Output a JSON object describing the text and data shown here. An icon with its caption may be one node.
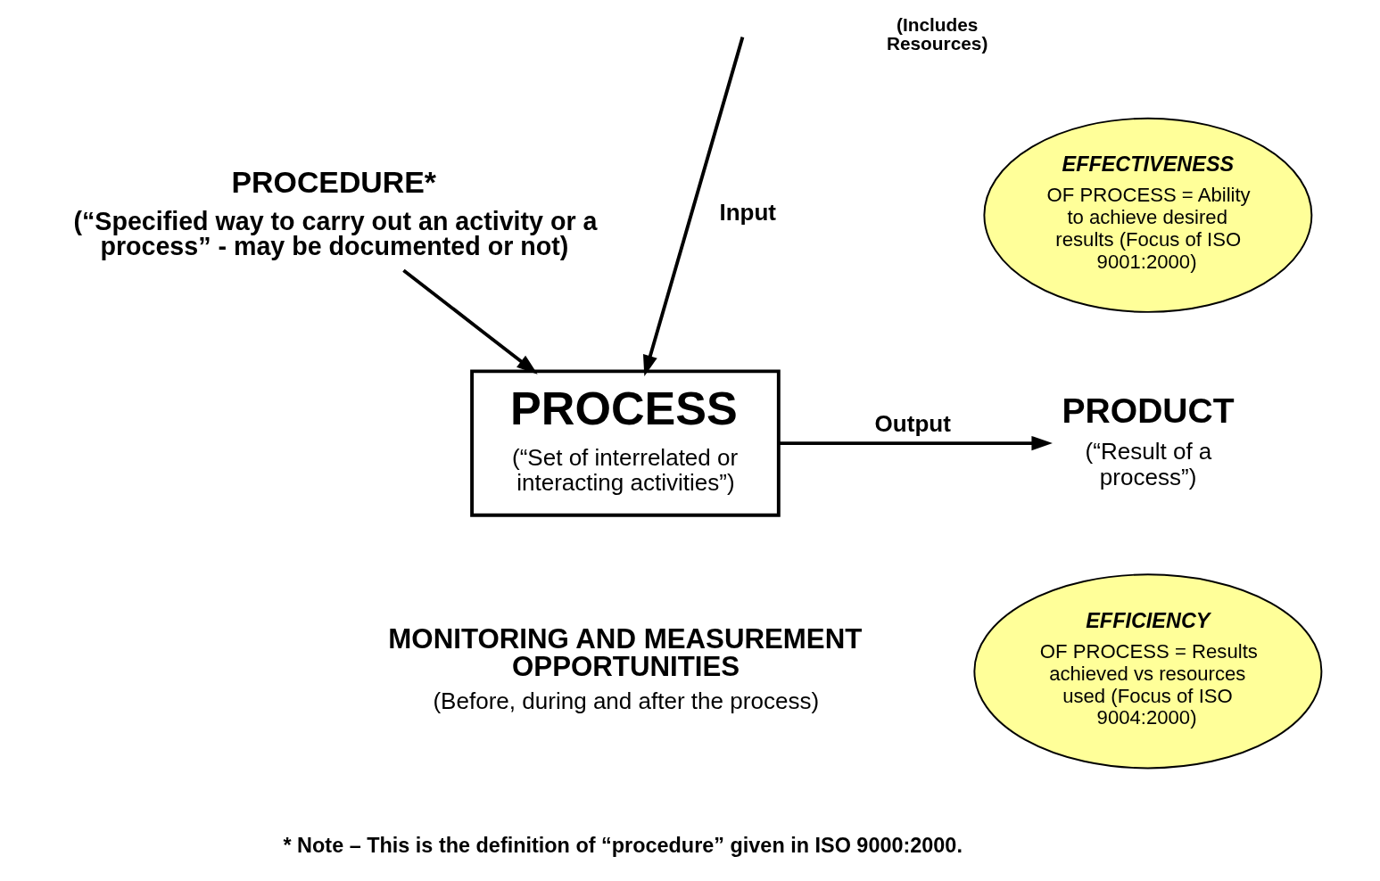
{
  "diagram": {
    "nodes": [
      {
        "text": [
          "PROCEDURE*",
          "(“Specified way to carry out an activity or a process” - may be documented or not)"
        ]
      },
      {
        "text": [
          "EFFECTIVENESS",
          "OF PROCESS = Ability to achieve desired results (Focus of ISO 9001:2000)"
        ]
      },
      {
        "text": [
          "PROCESS",
          "(“Set of interrelated or interacting activities”)"
        ]
      },
      {
        "text": [
          "PRODUCT",
          "(“Result of a process”)"
        ]
      },
      {
        "text": [
          "MONITORING AND MEASUREMENT OPPORTUNITIES",
          "(Before, during and after the process)"
        ]
      },
      {
        "text": [
          "EFFICIENCY",
          "OF PROCESS = Results achieved vs resources used (Focus of ISO 9004:2000)"
        ]
      }
    ],
    "edges": [
      {
        "from": 0,
        "to": 2,
        "arrow": "to"
      },
      {
        "from": null,
        "to": 2,
        "arrow": "to",
        "label": "Input"
      },
      {
        "from": 2,
        "to": 3,
        "arrow": "to",
        "label": "Output"
      }
    ],
    "labels": [
      "(Includes Resources)",
      "* Note – This is the definition of “procedure” given in ISO 9000:2000."
    ]
  }
}
